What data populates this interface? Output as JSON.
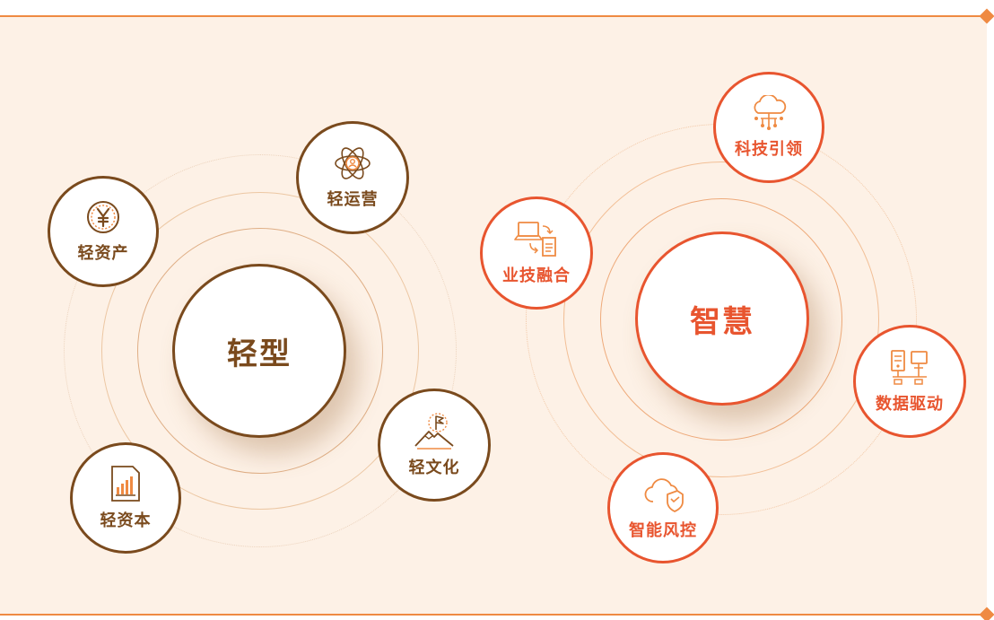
{
  "colors": {
    "background": "#fdf1e6",
    "rule": "#ef8a42",
    "brown": "#7a4a1d",
    "orange_red": "#e8552f",
    "icon_orange": "#ef8a42"
  },
  "light_group": {
    "hub_label": "轻型",
    "nodes": [
      {
        "label": "轻资产",
        "icon": "yen-coin-icon"
      },
      {
        "label": "轻运营",
        "icon": "atom-user-icon"
      },
      {
        "label": "轻文化",
        "icon": "mountain-flag-icon"
      },
      {
        "label": "轻资本",
        "icon": "bar-chart-document-icon"
      }
    ]
  },
  "smart_group": {
    "hub_label": "智慧",
    "nodes": [
      {
        "label": "科技引领",
        "icon": "cloud-network-icon"
      },
      {
        "label": "业技融合",
        "icon": "laptop-document-sync-icon"
      },
      {
        "label": "数据驱动",
        "icon": "server-monitor-network-icon"
      },
      {
        "label": "智能风控",
        "icon": "cloud-shield-icon"
      }
    ]
  }
}
